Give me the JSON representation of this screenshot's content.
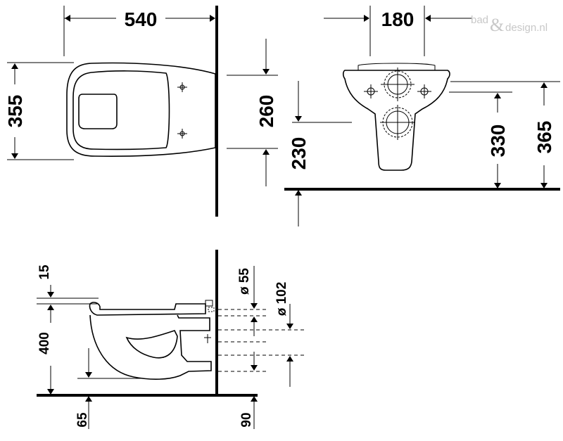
{
  "watermark": {
    "prefix": "bad",
    "amp": "&",
    "suffix": "design.nl"
  },
  "top_view": {
    "width_label": "540",
    "depth_label": "355"
  },
  "front_view": {
    "width_label": "180",
    "fixing_height_label": "260",
    "outlet_height_label": "230",
    "pan_height_label": "330",
    "rim_height_label": "365"
  },
  "side_view": {
    "seat_offset_label": "15",
    "pan_height_label": "400",
    "bottom_clearance_label": "65",
    "inlet_diameter_label": "ø 55",
    "outlet_diameter_label": "ø 102",
    "outlet_height_label": "90"
  }
}
